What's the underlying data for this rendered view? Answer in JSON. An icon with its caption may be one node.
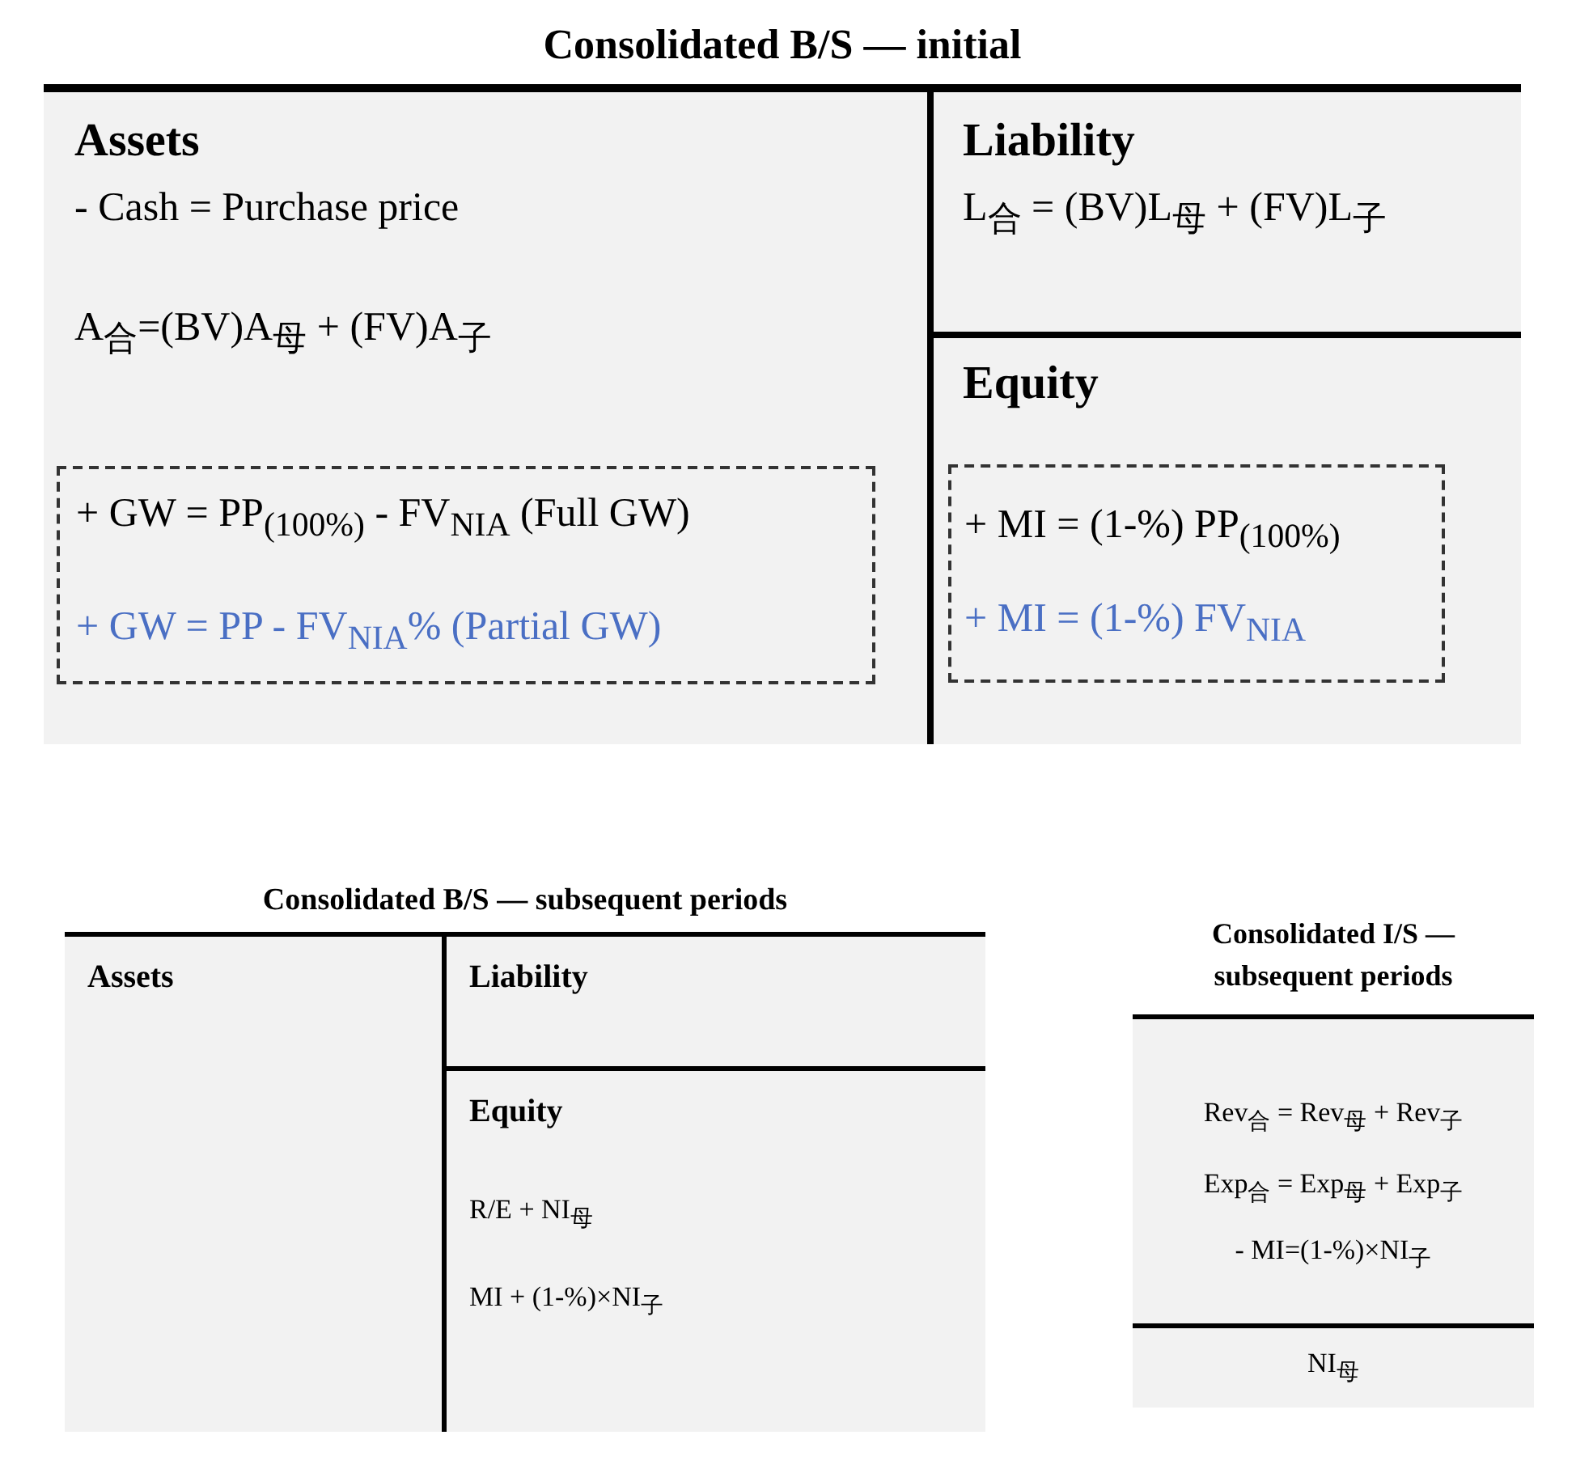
{
  "diagram": {
    "nodes": [
      {
        "text": [
          "Consolidated B/S — initial"
        ]
      },
      {
        "text": [
          "Assets",
          "-  Cash = Purchase price",
          "A$_{合}$=(BV)A$_{母}$ + (FV)A$_{子}$"
        ],
        "in": 0
      },
      {
        "text": [
          "+ GW = PP$_{(100%)}$ - FV$_{NIA}$  (Full GW)",
          "+ GW = PP - FV$_{NIA}$%  (Partial GW)"
        ],
        "in": 1
      },
      {
        "text": [
          "Liability",
          "L$_{合}$ = (BV)L$_{母}$ + (FV)L$_{子}$"
        ],
        "in": 0
      },
      {
        "text": [
          "Equity"
        ],
        "in": 0
      },
      {
        "text": [
          "+ MI = (1-%) PP$_{(100%)}$",
          "+ MI = (1-%) FV$_{NIA}$"
        ],
        "in": 4
      },
      {
        "text": [
          "Consolidated B/S — subsequent periods"
        ]
      },
      {
        "text": [
          "Assets"
        ],
        "in": 6
      },
      {
        "text": [
          "Liability"
        ],
        "in": 6
      },
      {
        "text": [
          "Equity",
          "R/E  + NI$_{母}$",
          "MI  + (1-%)×NI$_{子}$"
        ],
        "in": 6
      },
      {
        "text": [
          "Consolidated I/S — subsequent periods"
        ]
      },
      {
        "text": [
          "Rev$_{合}$ = Rev$_{母}$ + Rev$_{子}$",
          "Exp$_{合}$ = Exp$_{母}$ + Exp$_{子}$",
          "- MI=(1-%)×NI$_{子}$"
        ],
        "in": 10
      },
      {
        "text": [
          "NI$_{母}$"
        ],
        "in": 10
      }
    ]
  }
}
